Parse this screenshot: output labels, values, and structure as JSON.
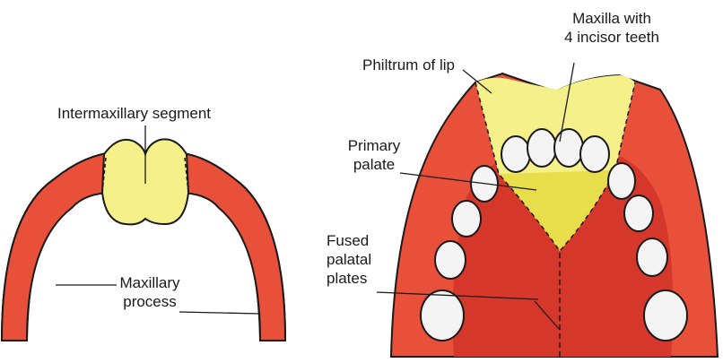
{
  "labels": {
    "intermaxillary_segment": "Intermaxillary segment",
    "maxillary_process_line1": "Maxillary",
    "maxillary_process_line2": "process",
    "maxilla_line1": "Maxilla with",
    "maxilla_line2": "4 incisor teeth",
    "philtrum": "Philtrum of lip",
    "primary_palate_line1": "Primary",
    "primary_palate_line2": "palate",
    "fused_line1": "Fused",
    "fused_line2": "palatal",
    "fused_line3": "plates"
  },
  "colors": {
    "red_tissue": "#e8503a",
    "yellow_segment": "#f6f08a",
    "outline": "#1a1a1a",
    "tooth": "#f4f4f4"
  }
}
